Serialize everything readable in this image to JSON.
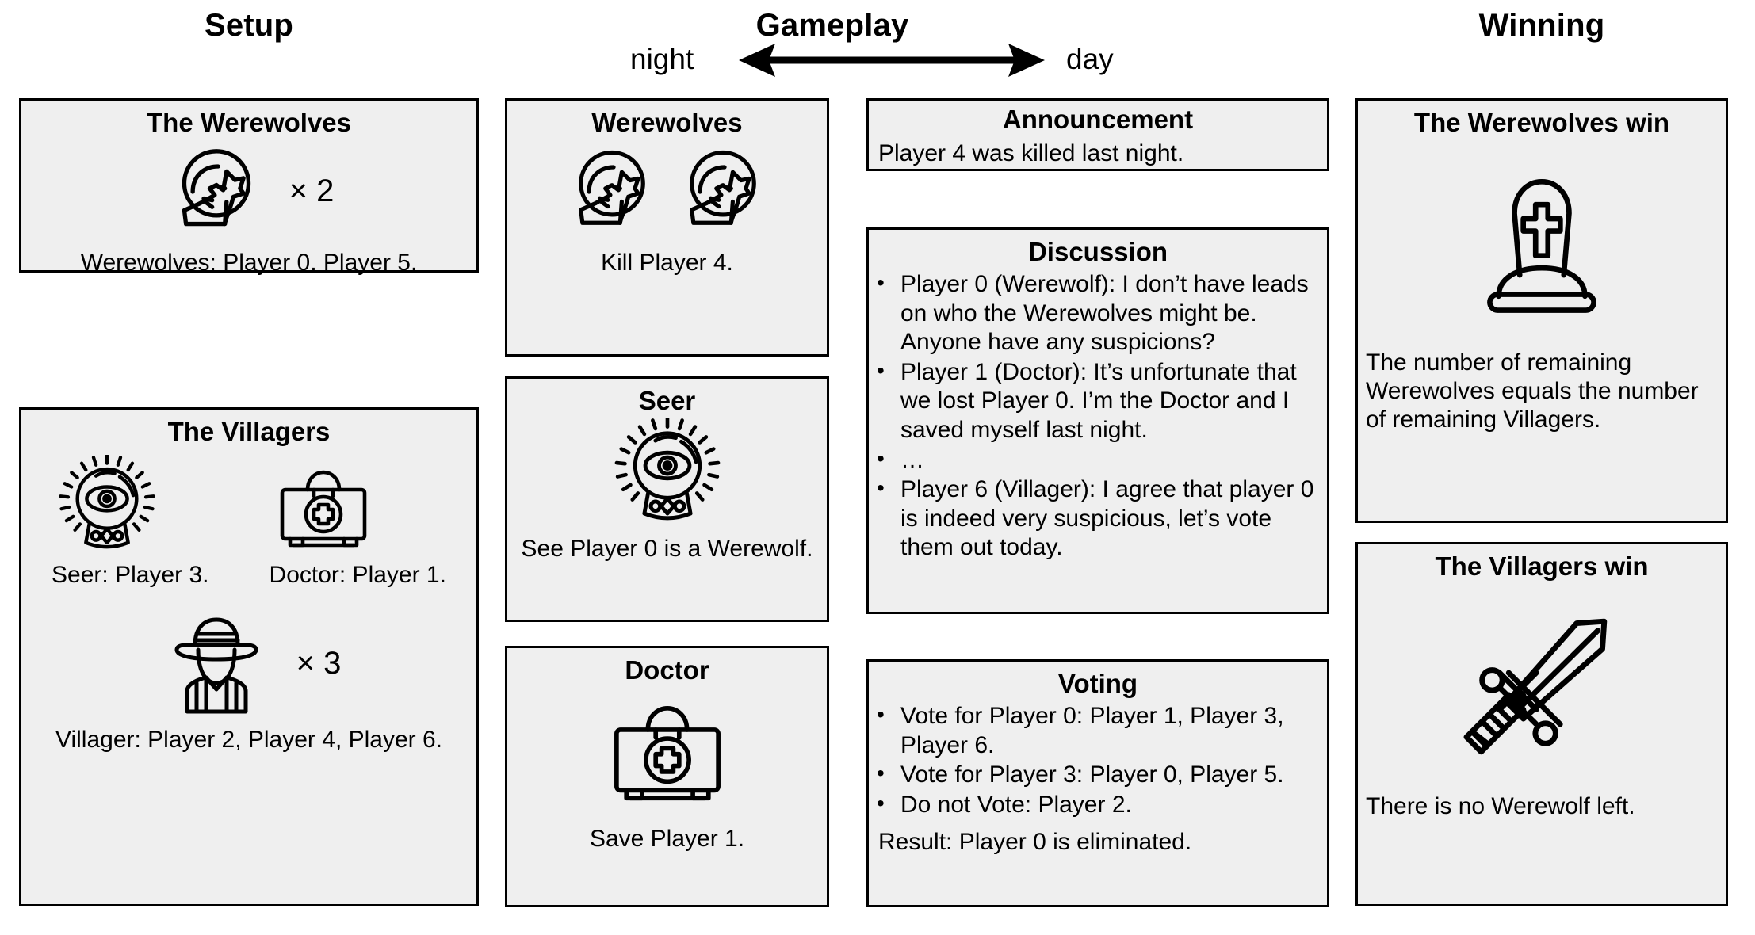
{
  "columns": {
    "setup_title": "Setup",
    "gameplay_title": "Gameplay",
    "winning_title": "Winning",
    "night_label": "night",
    "day_label": "day"
  },
  "setup": {
    "werewolves": {
      "title": "The Werewolves",
      "icon": "howling-wolf-moon-icon",
      "multiplier": "× 2",
      "caption": "Werewolves: Player 0, Player 5."
    },
    "villagers": {
      "title": "The Villagers",
      "seer_icon": "crystal-ball-eye-icon",
      "seer_caption": "Seer: Player 3.",
      "doctor_icon": "medical-kit-icon",
      "doctor_caption": "Doctor: Player 1.",
      "villager_icon": "villager-hat-person-icon",
      "villager_multiplier": "× 3",
      "villager_caption": "Villager: Player 2, Player 4, Player 6."
    }
  },
  "gameplay": {
    "night": {
      "werewolves": {
        "title": "Werewolves",
        "icon": "howling-wolf-moon-icon",
        "caption": "Kill Player 4."
      },
      "seer": {
        "title": "Seer",
        "icon": "crystal-ball-eye-icon",
        "caption": "See Player 0 is a Werewolf."
      },
      "doctor": {
        "title": "Doctor",
        "icon": "medical-kit-icon",
        "caption": "Save Player 1."
      }
    },
    "day": {
      "announcement": {
        "title": "Announcement",
        "caption": "Player 4 was killed last night."
      },
      "discussion": {
        "title": "Discussion",
        "bullets": [
          "Player 0 (Werewolf): I don’t have leads on who the Werewolves might be. Anyone have any suspicions?",
          "Player 1 (Doctor): It’s unfortunate that we lost Player 0. I’m the Doctor and I saved myself last night.",
          "…",
          "Player 6 (Villager): I agree that player 0 is indeed very suspicious, let’s vote them out today."
        ]
      },
      "voting": {
        "title": "Voting",
        "bullets": [
          "Vote for Player 0: Player 1, Player 3, Player 6.",
          "Vote for Player 3: Player 0, Player 5.",
          "Do not Vote: Player 2."
        ],
        "result": "Result: Player 0 is eliminated."
      }
    }
  },
  "winning": {
    "werewolves_win": {
      "title": "The Werewolves win",
      "icon": "tombstone-cross-icon",
      "caption": "The number of remaining Werewolves equals the number of remaining Villagers."
    },
    "villagers_win": {
      "title": "The Villagers win",
      "icon": "sword-icon",
      "caption": "There is no Werewolf left."
    }
  },
  "colors": {
    "box_fill": "#efefef",
    "box_border": "#000000",
    "page_background": "#ffffff",
    "text": "#000000"
  }
}
